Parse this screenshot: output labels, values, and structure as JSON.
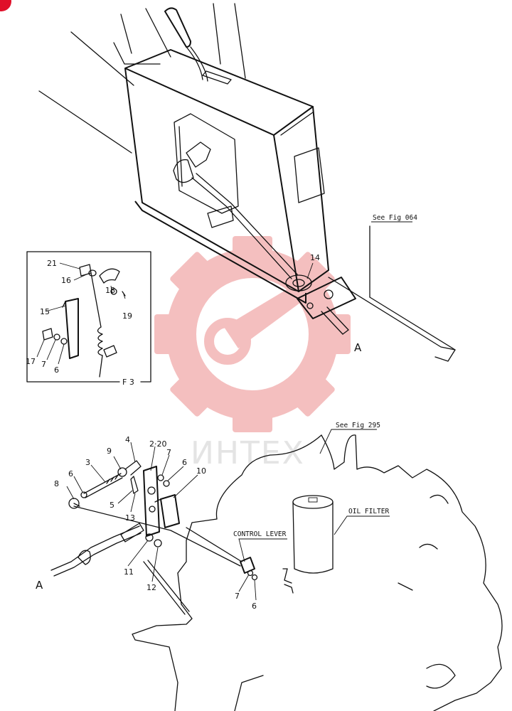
{
  "references": {
    "fig_064": "See Fig 064",
    "fig_295": "See Fig 295"
  },
  "components": {
    "oil_filter": "OIL  FILTER",
    "control_lever": "CONTROL LEVER"
  },
  "inset": {
    "label": "F 3",
    "callouts": [
      "21",
      "16",
      "18",
      "19",
      "15",
      "17",
      "7",
      "6"
    ]
  },
  "callouts": {
    "c14": "14",
    "a_upper": "A",
    "a_lower": "A",
    "c4": "4",
    "c2_20": "2·20",
    "c7a": "7",
    "c6a": "6",
    "c10": "10",
    "c9": "9",
    "c3": "3",
    "c6b": "6",
    "c8": "8",
    "c5": "5",
    "c13": "13",
    "c11": "11",
    "c12": "12",
    "c7b": "7",
    "c6c": "6"
  },
  "watermark": {
    "text": "ИНТЕХ",
    "color": "#f3b5b5"
  },
  "corner_badge_color": "#e0102a"
}
